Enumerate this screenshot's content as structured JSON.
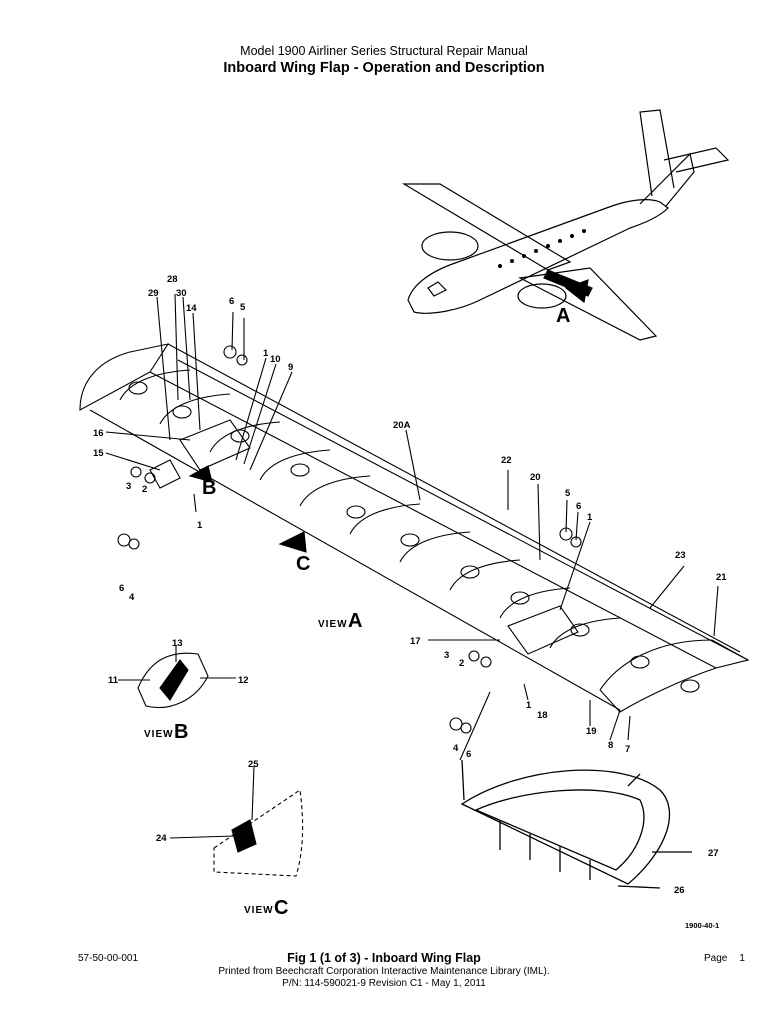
{
  "header": {
    "manual_title": "Model 1900 Airliner Series Structural Repair Manual",
    "section_title": "Inboard Wing Flap - Operation and Description"
  },
  "figure": {
    "callouts": {
      "c28": "28",
      "c29": "29",
      "c30": "30",
      "c14": "14",
      "c6a": "6",
      "c5a": "5",
      "c1a": "1",
      "c10": "10",
      "c9": "9",
      "c16": "16",
      "c15": "15",
      "c3a": "3",
      "c2a": "2",
      "c1b": "1",
      "c6b": "6",
      "c4a": "4",
      "c20a": "20A",
      "c22": "22",
      "c20": "20",
      "c5b": "5",
      "c6c": "6",
      "c1c": "1",
      "c23": "23",
      "c21": "21",
      "c17": "17",
      "c3b": "3",
      "c2b": "2",
      "c1d": "1",
      "c18": "18",
      "c19": "19",
      "c8": "8",
      "c7": "7",
      "c4b": "4",
      "c6d": "6",
      "c13": "13",
      "c11": "11",
      "c12": "12",
      "c25": "25",
      "c24": "24",
      "c27": "27",
      "c26": "26"
    },
    "arrow_letters": {
      "a": "A",
      "b": "B",
      "c": "C"
    },
    "views": {
      "word": "VIEW",
      "a": "A",
      "b": "B",
      "c": "C"
    },
    "drawing_id": "1900-40-1"
  },
  "footer": {
    "doc_number": "57-50-00-001",
    "caption": "Fig 1 (1 of 3) - Inboard Wing Flap",
    "printed_from": "Printed from Beechcraft Corporation Interactive Maintenance Library (IML).",
    "part_number": "P/N: 114-590021-9 Revision C1 - May 1, 2011",
    "page_label": "Page",
    "page_number": "1"
  }
}
